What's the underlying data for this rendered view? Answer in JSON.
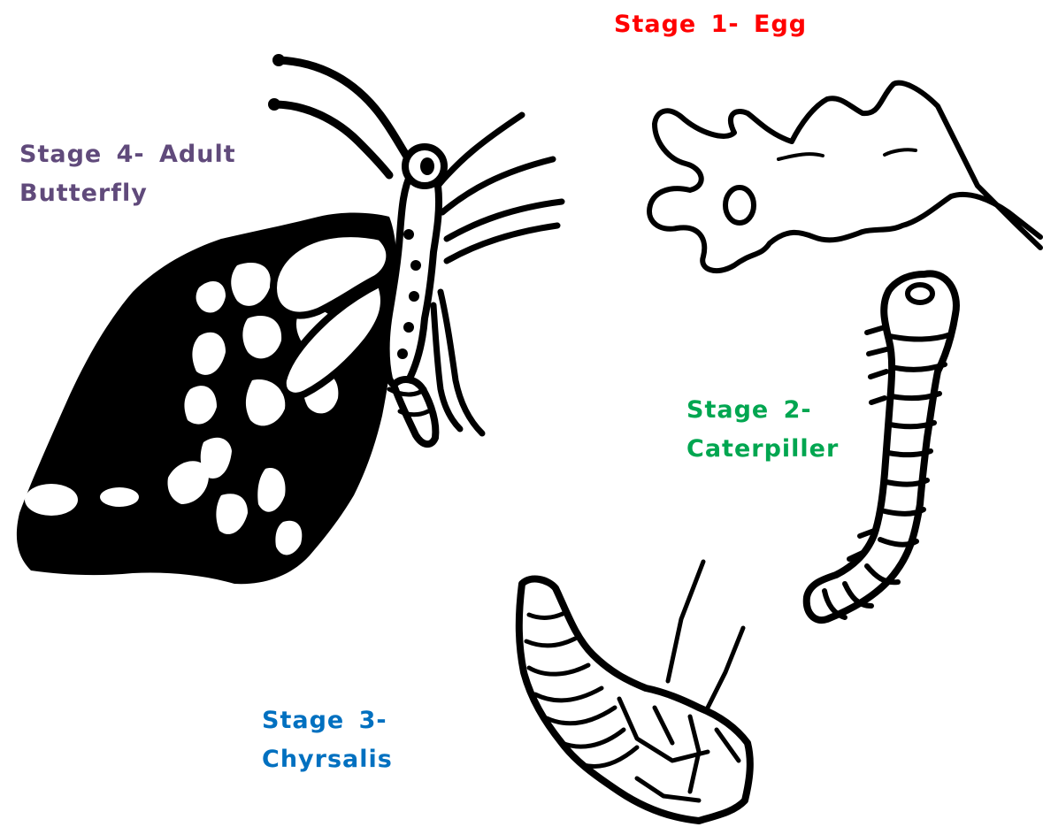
{
  "colors": {
    "background": "#ffffff",
    "ink": "#000000",
    "stage1": "#ff0000",
    "stage2": "#00a650",
    "stage3": "#0070c0",
    "stage4": "#604a7b"
  },
  "stages": [
    {
      "lines": [
        "Stage 1- Egg"
      ],
      "icon": "leaf-with-egg"
    },
    {
      "lines": [
        "Stage 2-",
        "Caterpiller"
      ],
      "icon": "caterpillar"
    },
    {
      "lines": [
        "Stage 3-",
        "Chyrsalis"
      ],
      "icon": "chrysalis"
    },
    {
      "lines": [
        "Stage 4- Adult",
        "Butterfly"
      ],
      "icon": "butterfly"
    }
  ]
}
